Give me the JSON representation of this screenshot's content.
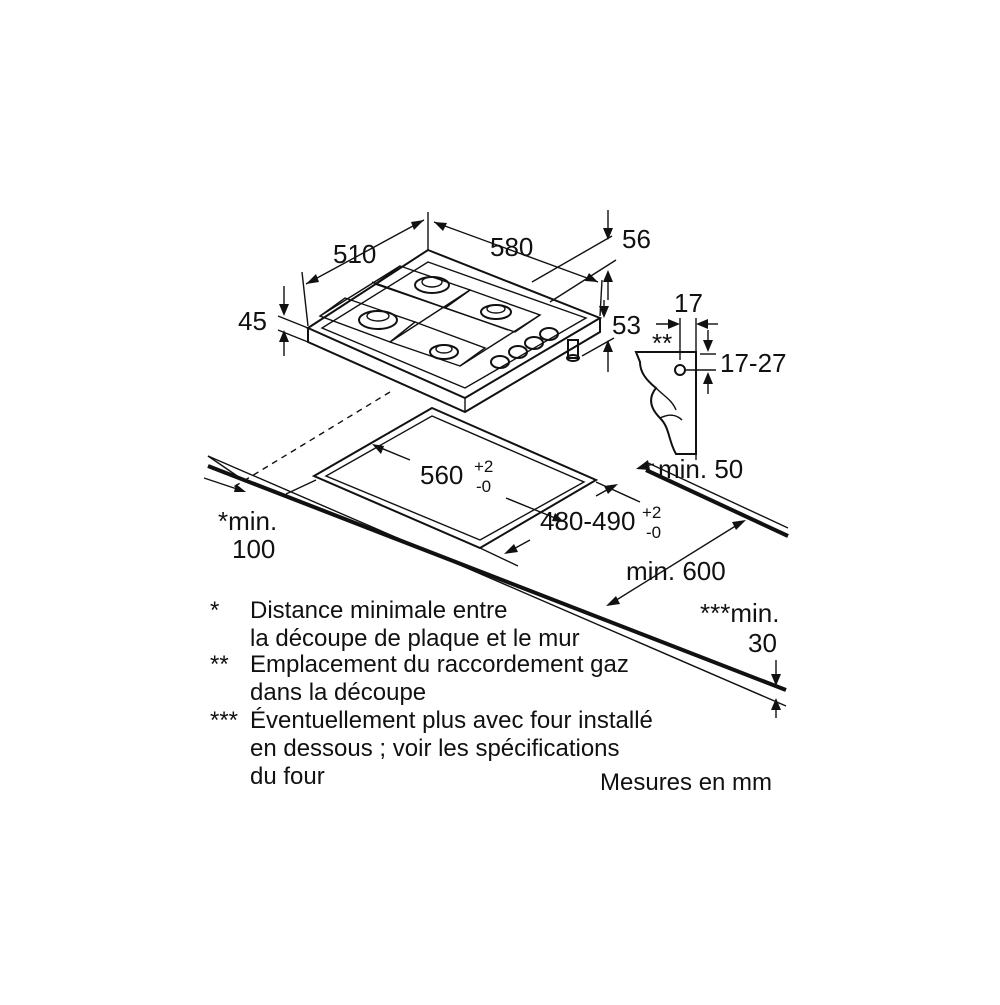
{
  "hob": {
    "depth": "510",
    "width": "580",
    "height_front": "45",
    "height_right": "56",
    "offset_right": "53"
  },
  "gas_detail": {
    "marker": "**",
    "width": "17",
    "height_range": "17-27",
    "min_label": "min. 50"
  },
  "cutout": {
    "width_base": "560",
    "width_tol_plus": "+2",
    "width_tol_minus": "-0",
    "depth_base": "480-490",
    "depth_tol_plus": "+2",
    "depth_tol_minus": "-0",
    "wall_min_line1": "*min.",
    "wall_min_line2": "100",
    "worktop_min": "min. 600",
    "below_min_line1": "***min.",
    "below_min_line2": "30"
  },
  "notes": [
    {
      "marker": "*",
      "line1": "Distance minimale entre",
      "line2": "la découpe de plaque et le mur",
      "line3": ""
    },
    {
      "marker": "**",
      "line1": "Emplacement du raccordement gaz",
      "line2": "dans la découpe",
      "line3": ""
    },
    {
      "marker": "***",
      "line1": "Éventuellement plus avec four installé",
      "line2": "en dessous ; voir les spécifications",
      "line3": "du four"
    }
  ],
  "units_note": "Mesures en mm"
}
